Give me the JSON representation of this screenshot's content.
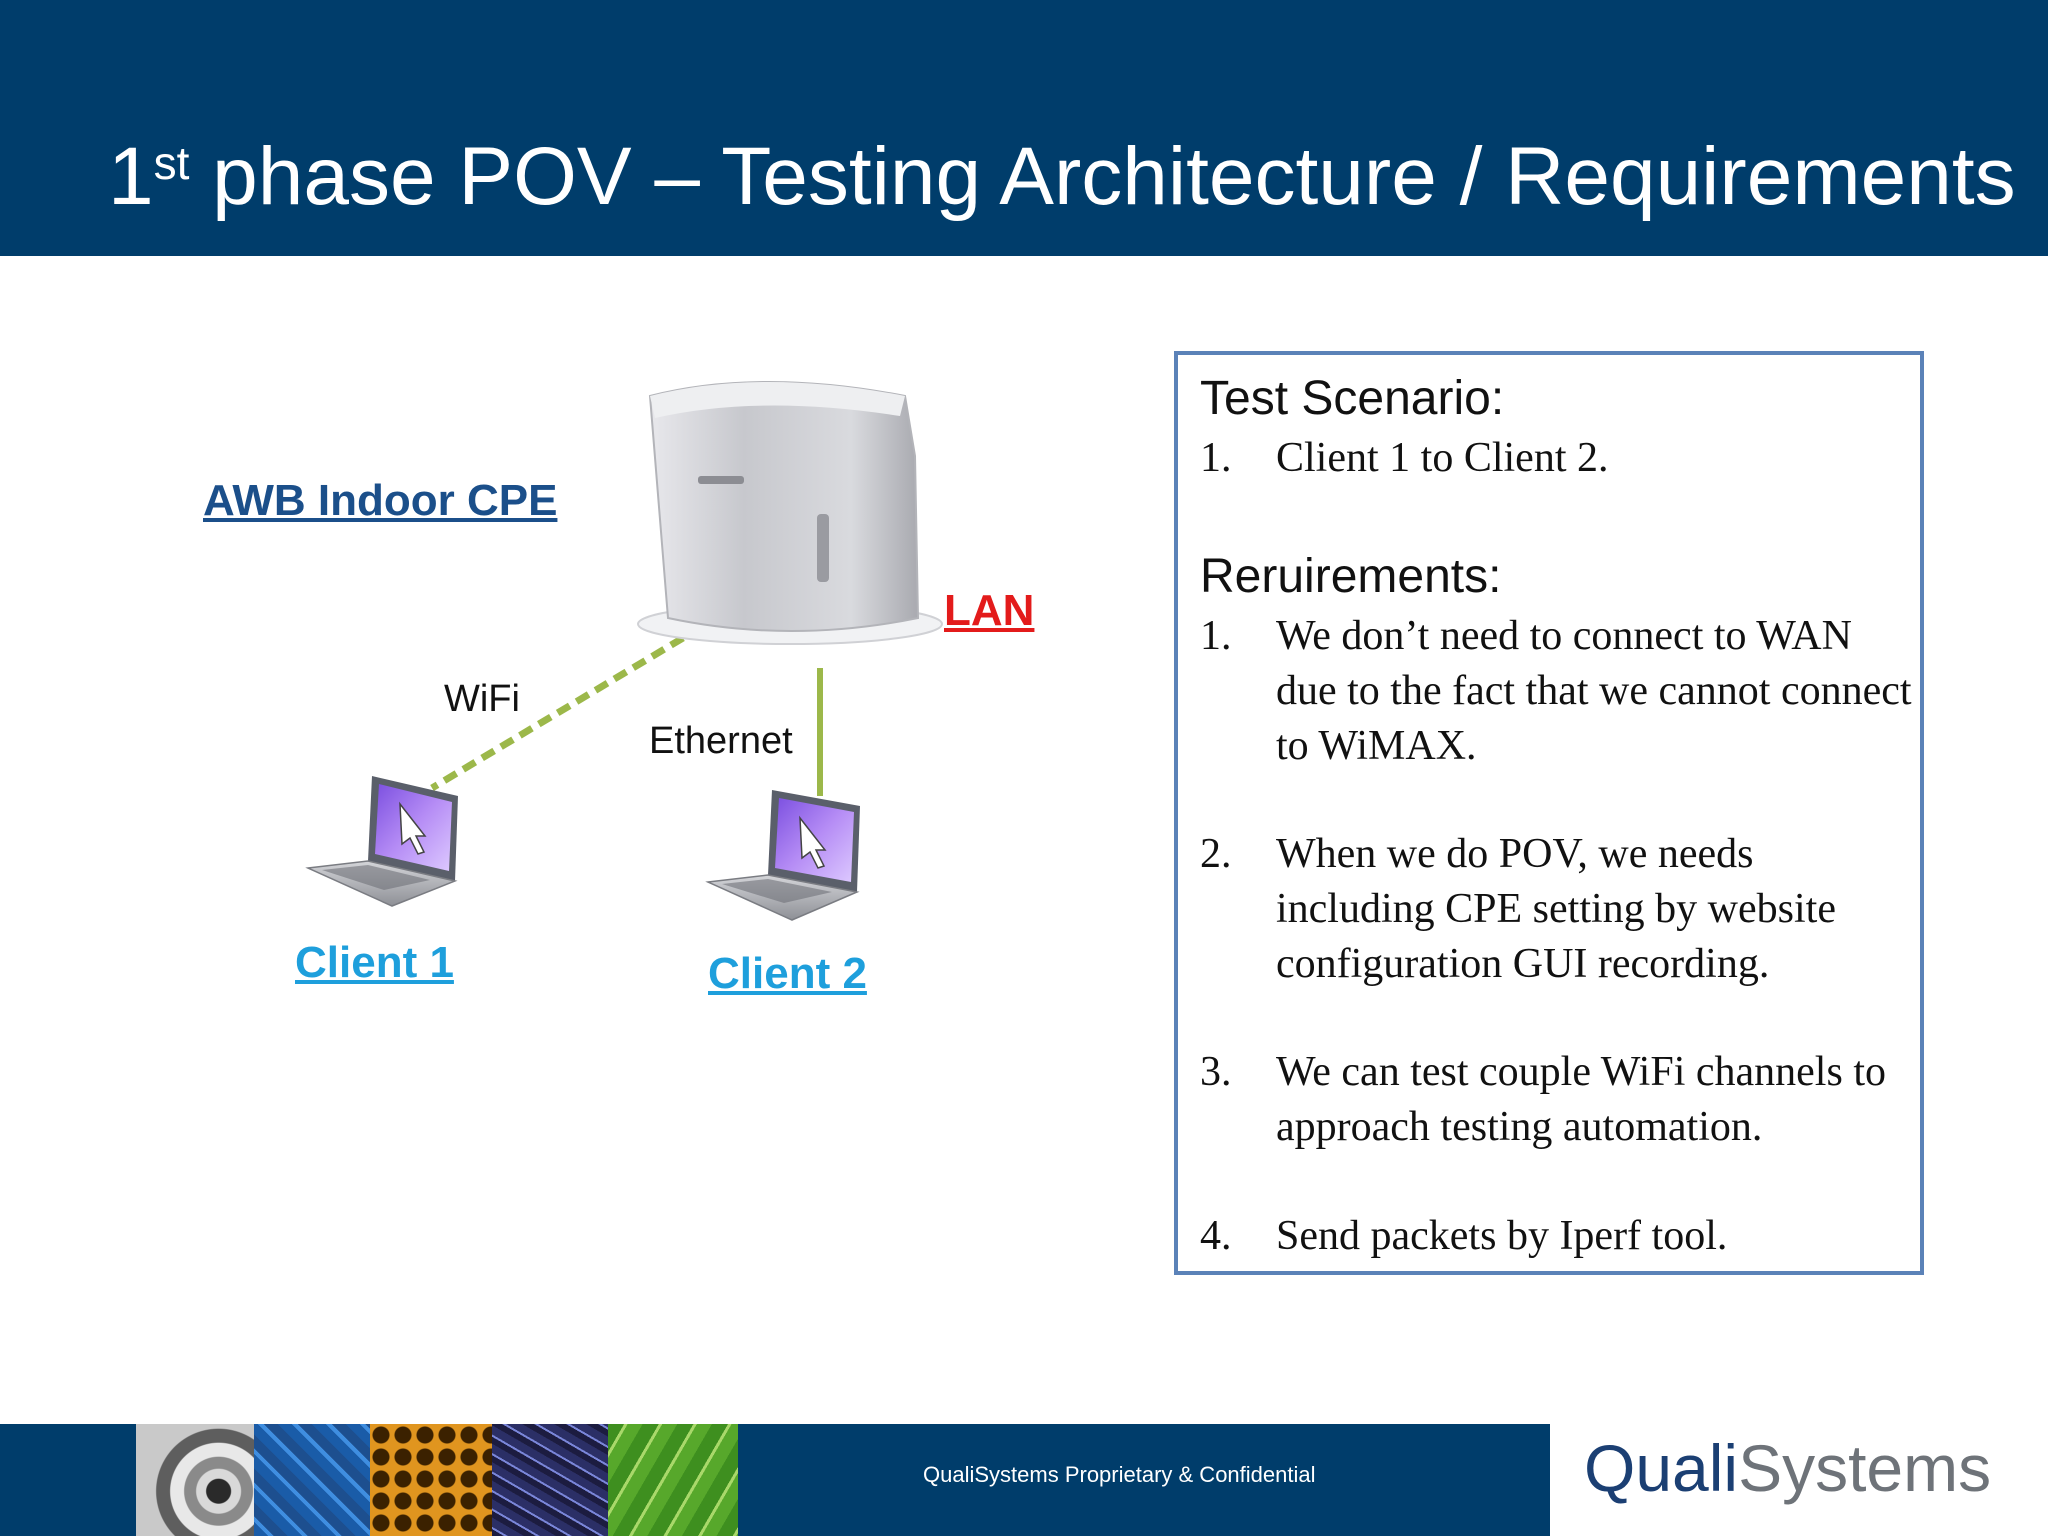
{
  "slide": {
    "title_num": "1",
    "title_sup": "st",
    "title_rest": " phase POV – Testing Architecture / Requirements"
  },
  "diagram": {
    "cpe_label": "AWB Indoor CPE",
    "lan_label": "LAN",
    "wifi_label": "WiFi",
    "ethernet_label": "Ethernet",
    "client1_label": "Client 1",
    "client2_label": "Client 2",
    "colors": {
      "link_green": "#9cb84a",
      "screen_purple": "#9a6fe8",
      "cpe_label": "#1b4f8a",
      "lan_label": "#e31b1b",
      "client_label": "#1e9fdc"
    }
  },
  "panel": {
    "scenario_heading": "Test Scenario:",
    "scenario_items": [
      {
        "num": "1.",
        "text": "Client 1 to Client 2."
      }
    ],
    "requirements_heading": "Reruirements:",
    "requirement_items": [
      {
        "num": "1.",
        "text": "We don’t need to connect to WAN due to the fact that we cannot connect to WiMAX."
      },
      {
        "num": "2.",
        "text": "When we do POV, we needs including CPE setting by website configuration GUI recording."
      },
      {
        "num": "3.",
        "text": "We can test couple WiFi channels to approach testing automation."
      },
      {
        "num": "4.",
        "text": "Send packets by Iperf tool."
      }
    ]
  },
  "footer": {
    "confidential": "QualiSystems Proprietary & Confidential",
    "logo_left": "Quali",
    "logo_right": "Systems"
  },
  "colors": {
    "header_bg": "#003d6b",
    "box_border": "#5b82b8"
  }
}
